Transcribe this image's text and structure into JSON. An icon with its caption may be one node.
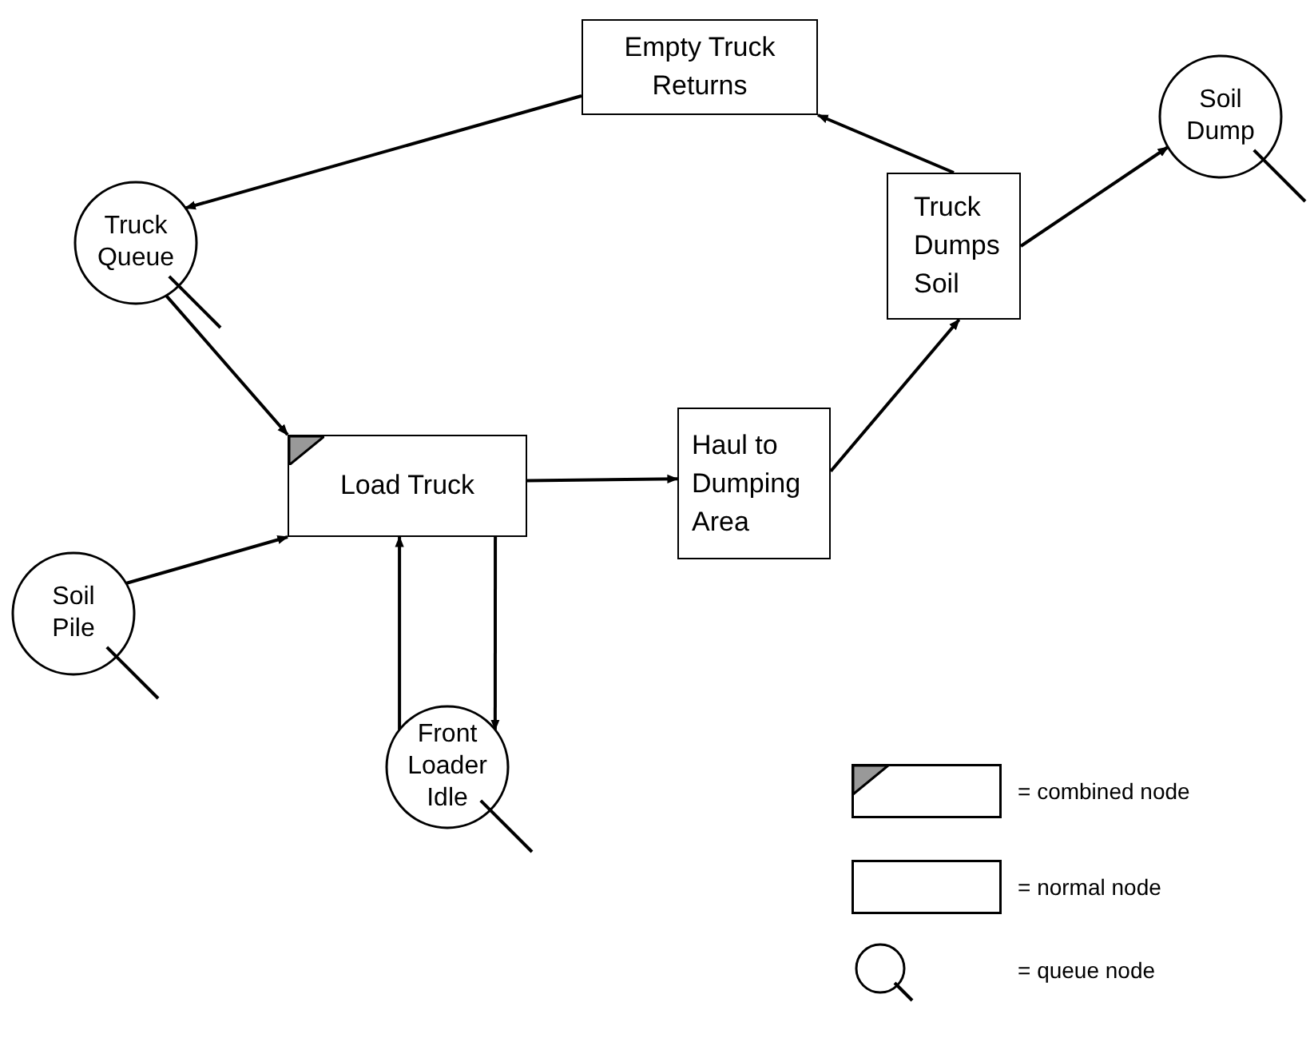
{
  "diagram": {
    "nodes": [
      {
        "text": [
          "Empty Truck Returns"
        ]
      },
      {
        "text": [
          "Truck Queue"
        ]
      },
      {
        "text": [
          "Soil Dump"
        ]
      },
      {
        "text": [
          "Truck Dumps Soil"
        ]
      },
      {
        "text": [
          "Load Truck"
        ]
      },
      {
        "text": [
          "Haul to Dumping Area"
        ]
      },
      {
        "text": [
          "Soil Pile"
        ]
      },
      {
        "text": [
          "Front Loader Idle"
        ]
      }
    ],
    "edges": [
      {
        "from": 0,
        "to": 1,
        "arrow": "to"
      },
      {
        "from": 3,
        "to": 0,
        "arrow": "to"
      },
      {
        "from": 1,
        "to": 4,
        "arrow": "to"
      },
      {
        "from": 4,
        "to": 5,
        "arrow": "to"
      },
      {
        "from": 5,
        "to": 3,
        "arrow": "to"
      },
      {
        "from": 3,
        "to": 2,
        "arrow": "to"
      },
      {
        "from": 6,
        "to": 4,
        "arrow": "to"
      },
      {
        "from": 7,
        "to": 4,
        "arrow": "to"
      },
      {
        "from": 4,
        "to": 7,
        "arrow": "to"
      }
    ],
    "legend": [
      {
        "text": "= combined node"
      },
      {
        "text": "= normal node"
      },
      {
        "text": "= queue node"
      }
    ]
  }
}
